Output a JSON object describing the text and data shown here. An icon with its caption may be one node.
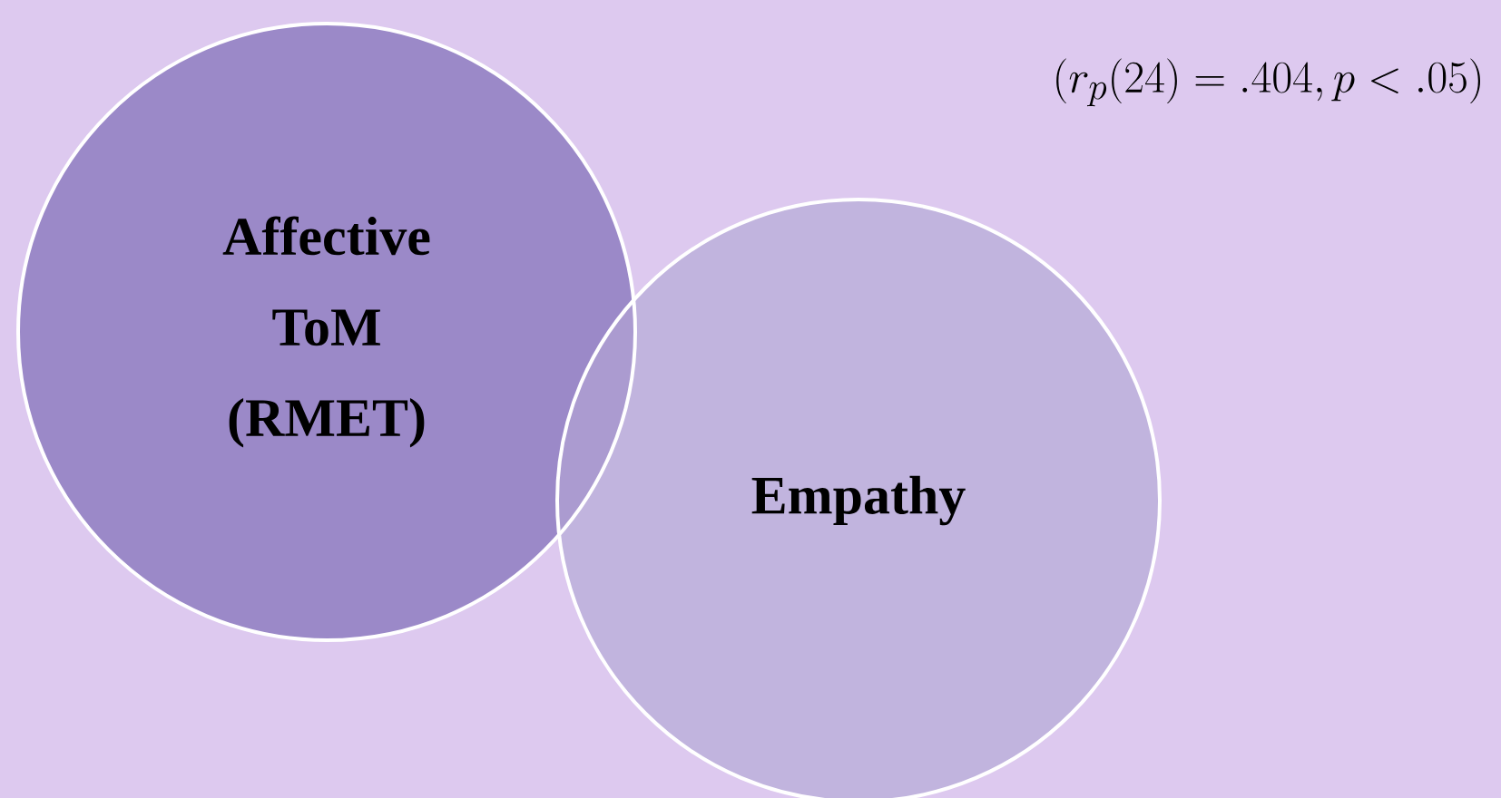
{
  "diagram": {
    "nodes": [
      {
        "text": [
          "Affective ToM (RMET)"
        ]
      },
      {
        "text": [
          "Empathy"
        ]
      }
    ],
    "labels": [
      "(r_{p}(24) =.404, p < .05)"
    ]
  }
}
